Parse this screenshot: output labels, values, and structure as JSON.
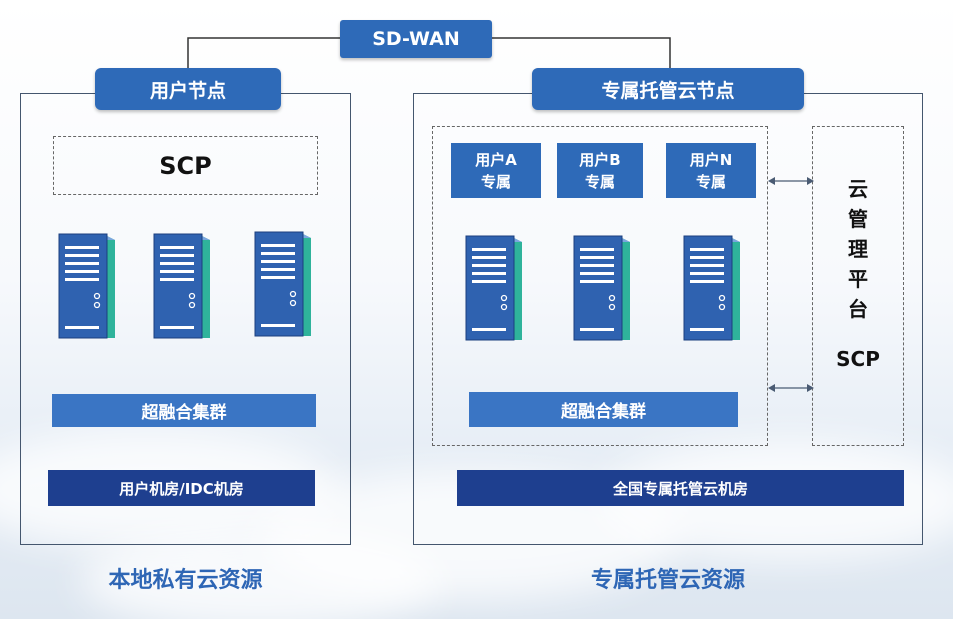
{
  "top": {
    "title": "SD-WAN"
  },
  "left": {
    "header": "用户节点",
    "scp": "SCP",
    "cluster": "超融合集群",
    "datacenter": "用户机房/IDC机房",
    "caption": "本地私有云资源"
  },
  "right": {
    "header": "专属托管云节点",
    "tenants": [
      {
        "line1": "用户A",
        "line2": "专属"
      },
      {
        "line1": "用户B",
        "line2": "专属"
      },
      {
        "line1": "用户N",
        "line2": "专属"
      }
    ],
    "cluster": "超融合集群",
    "mgmt": [
      "云",
      "管",
      "理",
      "平",
      "台"
    ],
    "mgmt_scp": "SCP",
    "datacenter": "全国专属托管云机房",
    "caption": "专属托管云资源"
  },
  "colors": {
    "accent": "#2e6ab8",
    "dark": "#1e3f8f",
    "server_front": "#2f62b0",
    "server_side": "#2fb39b"
  },
  "icons": [
    "server-icon",
    "double-arrow-icon"
  ]
}
